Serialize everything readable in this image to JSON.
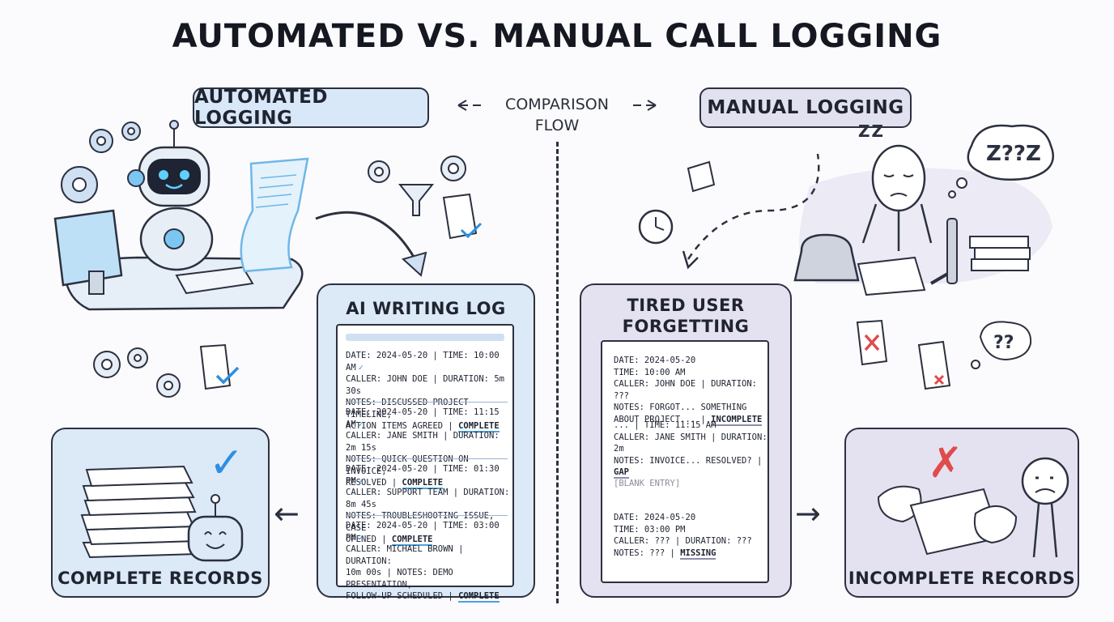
{
  "title": "AUTOMATED VS. MANUAL CALL LOGGING",
  "labels": {
    "automated": "AUTOMATED LOGGING",
    "manual": "MANUAL LOGGING",
    "flow_line1": "COMPARISON",
    "flow_line2": "FLOW"
  },
  "ai_panel": {
    "title": "AI WRITING LOG",
    "entries": [
      {
        "line1": "DATE: 2024-05-20 | TIME: 10:00 AM",
        "line2": "CALLER: JOHN DOE | DURATION: 5m 30s",
        "line3": "NOTES: DISCUSSED PROJECT TIMELINE,",
        "line4": "ACTION ITEMS AGREED |",
        "status": "COMPLETE"
      },
      {
        "line1": "DATE: 2024-05-20 | TIME: 11:15 AM",
        "line2": "CALLER: JANE SMITH | DURATION: 2m 15s",
        "line3": "NOTES: QUICK QUESTION ON INVOICE,",
        "line4": "RESOLVED |",
        "status": "COMPLETE"
      },
      {
        "line1": "DATE: 2024-05-20 | TIME: 01:30 PM",
        "line2": "CALLER: SUPPORT TEAM | DURATION: 8m 45s",
        "line3": "NOTES: TROUBLESHOOTING ISSUE, CASE",
        "line4": "OPENED |",
        "status": "COMPLETE"
      },
      {
        "line1": "DATE: 2024-05-20 | TIME: 03:00 PM",
        "line2": "CALLER: MICHAEL BROWN | DURATION:",
        "line3": "10m 00s | NOTES: DEMO PRESENTATION,",
        "line4": "FOLLOW-UP SCHEDULED |",
        "status": "COMPLETE"
      }
    ]
  },
  "tired_panel": {
    "title_line1": "TIRED USER",
    "title_line2": "FORGETTING ENTRIES",
    "entry1": {
      "line1": "DATE: 2024-05-20",
      "line2": "TIME: 10:00 AM",
      "line3": "CALLER: JOHN DOE | DURATION: ???",
      "line4": "NOTES: FORGOT... SOMETHING",
      "line5": "ABOUT PROJECT... |",
      "status": "INCOMPLETE"
    },
    "entry2": {
      "line1": "... | TIME: 11:15 AM",
      "line2": "CALLER: JANE SMITH | DURATION: 2m",
      "line3": "NOTES: INVOICE... RESOLVED? |",
      "status": "GAP"
    },
    "blank": "[BLANK ENTRY]",
    "entry3": {
      "line1": "DATE: 2024-05-20",
      "line2": "TIME: 03:00 PM",
      "line3": "CALLER: ??? | DURATION: ???",
      "line4": "NOTES: ??? |",
      "status": "MISSING"
    }
  },
  "complete_panel": {
    "title": "COMPLETE RECORDS"
  },
  "incomplete_panel": {
    "title": "INCOMPLETE RECORDS"
  },
  "question_bubble_top": "Z??Z",
  "question_bubble_small": "??",
  "colors": {
    "automated_bg": "#dce9f7",
    "manual_bg": "#e4e2f1",
    "check": "#2e8fe0",
    "cross": "#e04b4b"
  }
}
